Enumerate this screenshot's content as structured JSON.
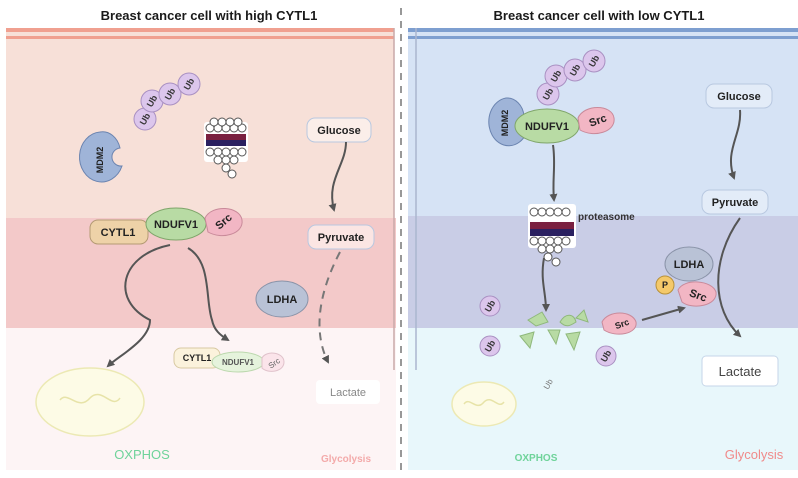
{
  "left_panel": {
    "title": "Breast cancer cell with high CYTL1",
    "mdm2": "MDM2",
    "ub": "Ub",
    "cytl1": "CYTL1",
    "ndufv1": "NDUFV1",
    "src": "Src",
    "glucose": "Glucose",
    "pyruvate": "Pyruvate",
    "ldha": "LDHA",
    "lactate": "Lactate",
    "oxphos": "OXPHOS",
    "glycolysis": "Glycolysis",
    "complex_cytl1": "CYTL1",
    "complex_ndufv1": "NDUFV1",
    "complex_src": "Src"
  },
  "right_panel": {
    "title": "Breast cancer cell with low CYTL1",
    "mdm2": "MDM2",
    "ub": "Ub",
    "ndufv1": "NDUFV1",
    "src": "Src",
    "proteasome": "proteasome",
    "glucose": "Glucose",
    "pyruvate": "Pyruvate",
    "ldha": "LDHA",
    "p": "P",
    "src2": "Src",
    "lactate": "Lactate",
    "oxphos": "OXPHOS",
    "glycolysis": "Glycolysis"
  },
  "colors": {
    "left_bg": "#f7e0d8",
    "left_band": "#f3c9c9",
    "right_bg": "#d6e3f5",
    "right_band": "#c9cde6",
    "oxphos_green": "#6fd39a",
    "glycolysis_red": "#f08a8a",
    "mdm2_blue": "#9fb4d8",
    "ndufv1_green": "#b8dba4",
    "src_pink": "#f2b6c4",
    "cytl1_tan": "#eed2a8",
    "ldha_gray": "#b9c2d6",
    "ub_purple": "#dcc6ec"
  }
}
